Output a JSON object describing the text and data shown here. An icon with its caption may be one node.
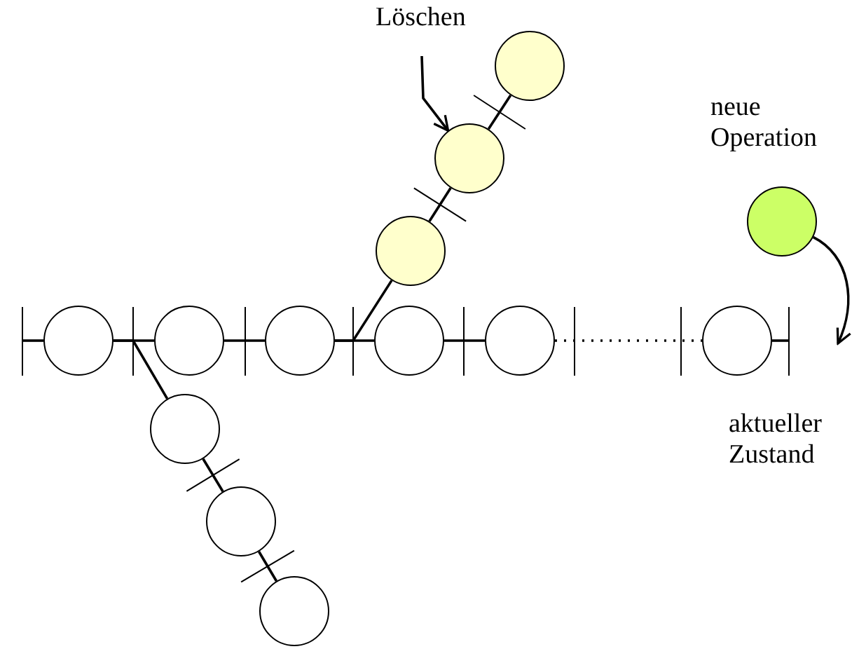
{
  "diagram": {
    "nodes": [
      {
        "text": [
          "Löschen"
        ]
      },
      {
        "text": [],
        "shape": "circle"
      },
      {
        "text": [],
        "shape": "circle"
      },
      {
        "text": [],
        "shape": "circle"
      },
      {
        "text": [],
        "shape": "circle",
        "beside": [
          "neue Operation"
        ]
      },
      {
        "text": [],
        "shape": "circle"
      },
      {
        "text": [],
        "shape": "circle"
      },
      {
        "text": [],
        "shape": "circle"
      },
      {
        "text": [],
        "shape": "circle"
      },
      {
        "text": [],
        "shape": "circle"
      },
      {
        "text": [],
        "shape": "circle"
      },
      {
        "text": [],
        "shape": "circle"
      },
      {
        "text": [],
        "shape": "circle"
      },
      {
        "text": [],
        "shape": "circle"
      }
    ],
    "edges": [
      {
        "from": 0,
        "to": 2,
        "arrow": "to"
      },
      {
        "from": 4,
        "to": null,
        "arrow": "to"
      },
      {
        "from": 5,
        "to": 6,
        "arrow": "none"
      },
      {
        "from": 6,
        "to": 7,
        "arrow": "none"
      },
      {
        "from": 7,
        "to": 8,
        "arrow": "none"
      },
      {
        "from": 8,
        "to": 9,
        "arrow": "none"
      },
      {
        "from": 9,
        "to": 10,
        "arrow": "none",
        "style": "dashed"
      },
      {
        "from": 7,
        "to": 3,
        "arrow": "none"
      },
      {
        "from": 3,
        "to": 2,
        "arrow": "none"
      },
      {
        "from": 2,
        "to": 1,
        "arrow": "none"
      },
      {
        "from": 5,
        "to": 11,
        "arrow": "none"
      },
      {
        "from": 11,
        "to": 12,
        "arrow": "none"
      },
      {
        "from": 12,
        "to": 13,
        "arrow": "none"
      }
    ],
    "labels": [
      "aktueller Zustand"
    ]
  }
}
